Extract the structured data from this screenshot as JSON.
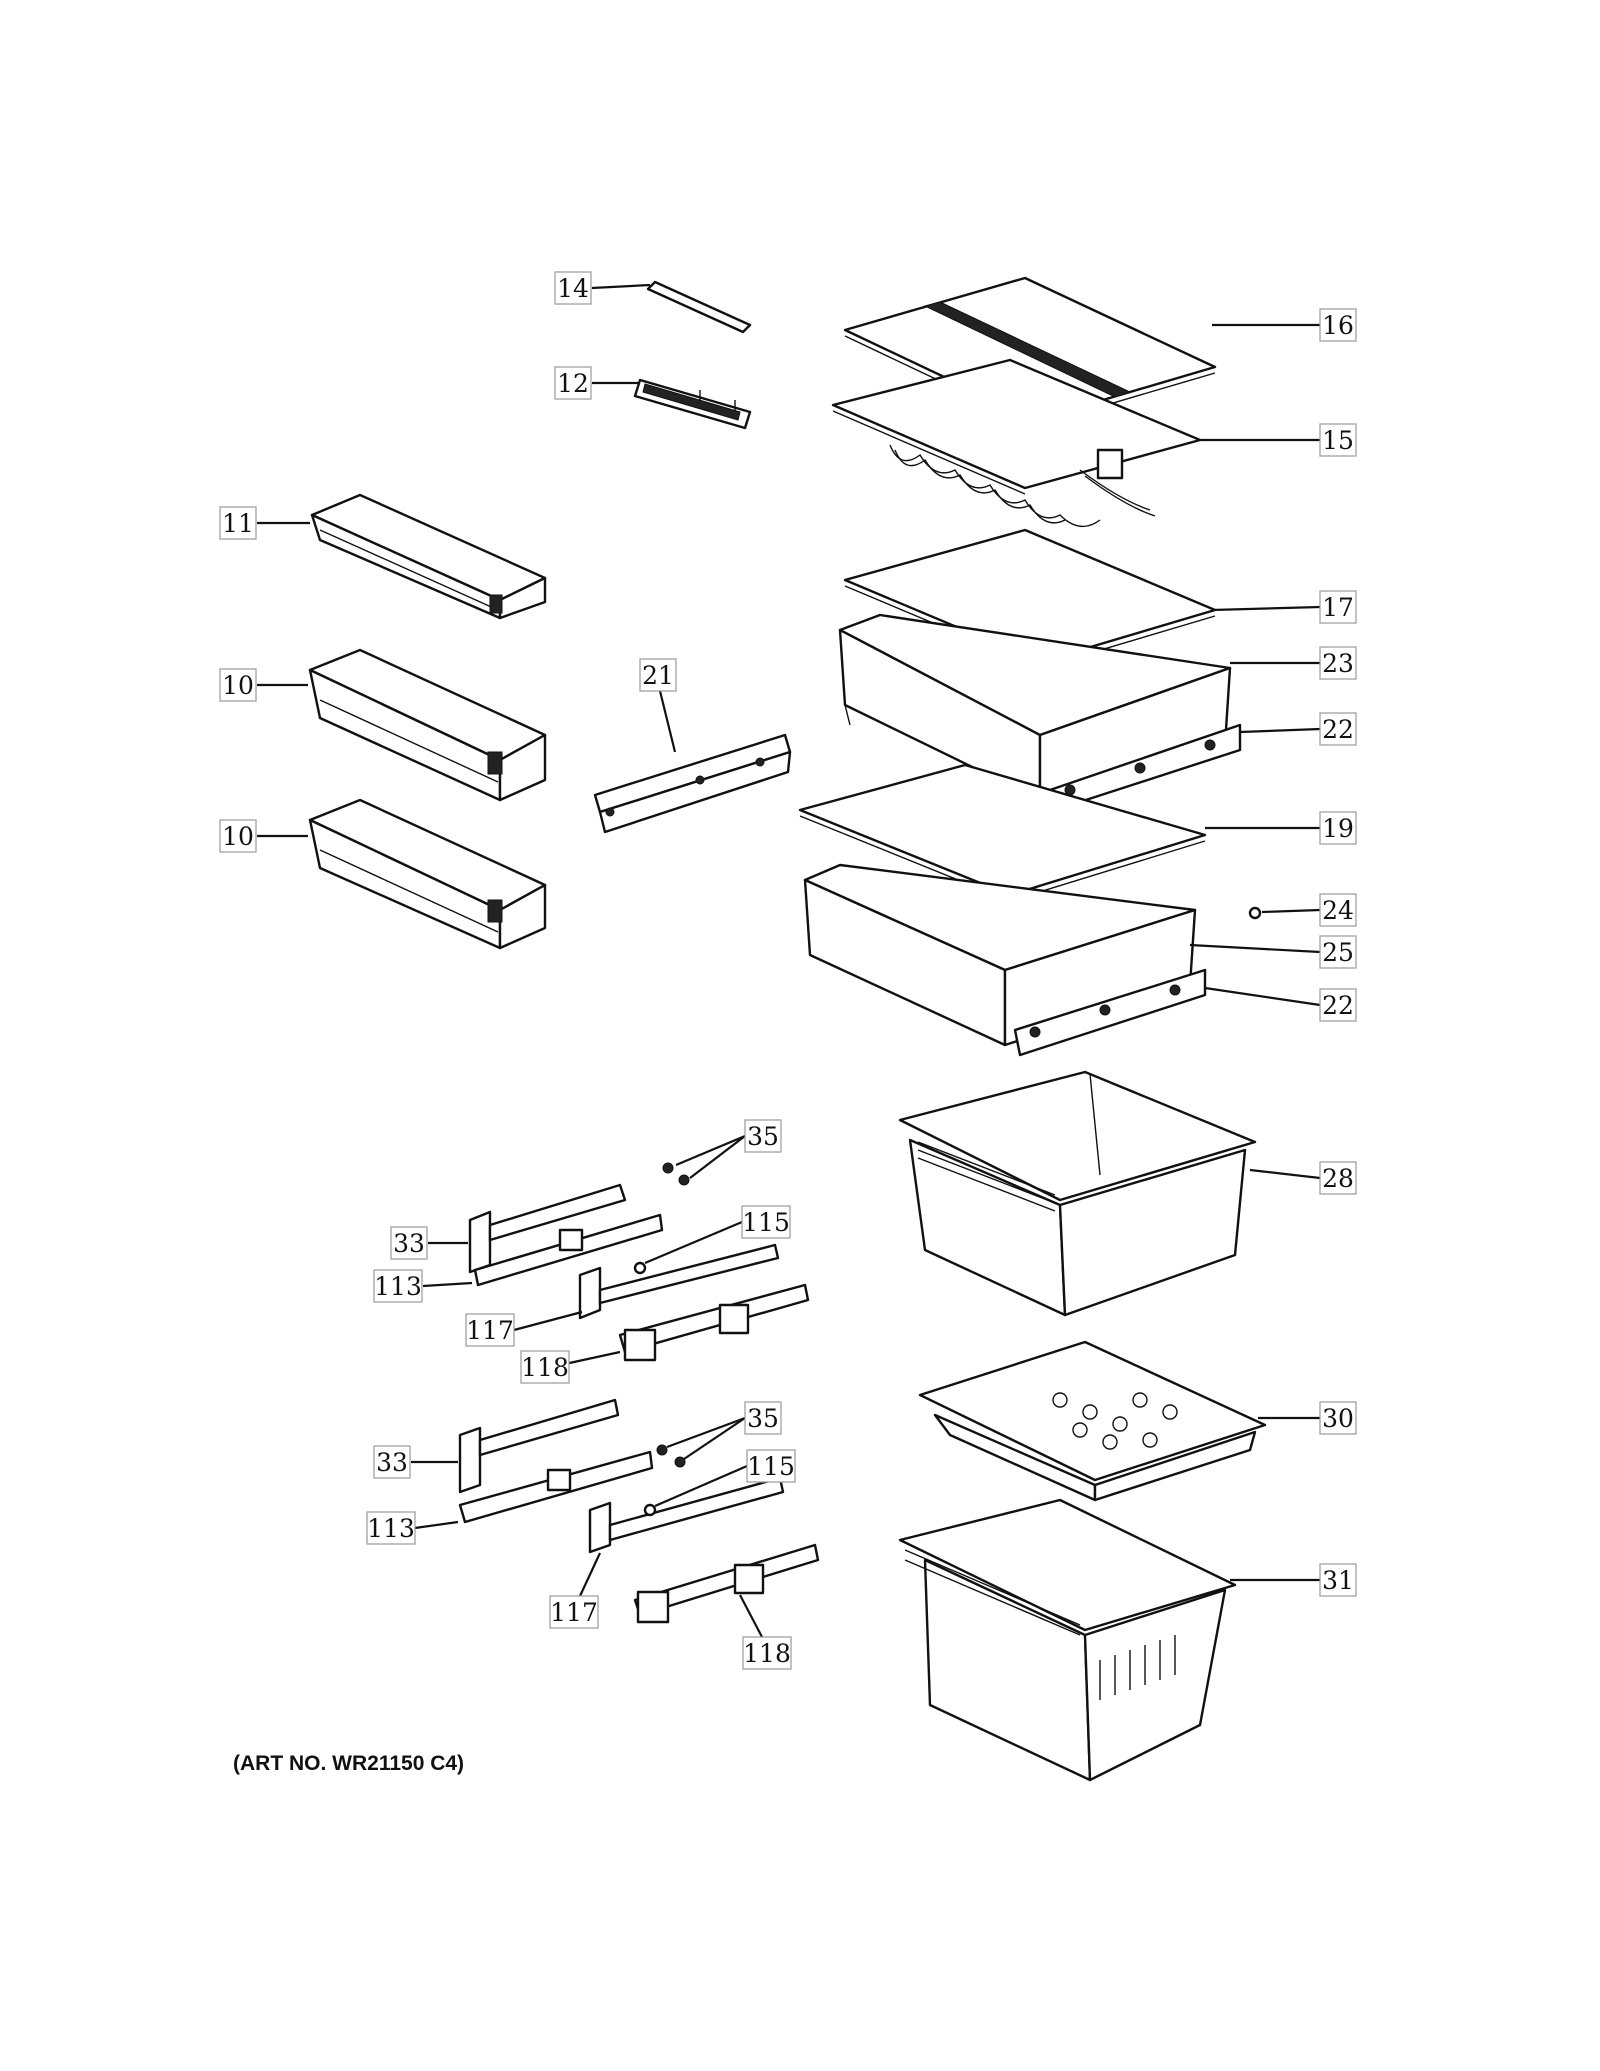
{
  "art_number": "(ART NO. WR21150 C4)",
  "callouts": {
    "c14": "14",
    "c12": "12",
    "c11": "11",
    "c10a": "10",
    "c10b": "10",
    "c21": "21",
    "c16": "16",
    "c15": "15",
    "c17": "17",
    "c23": "23",
    "c22a": "22",
    "c19": "19",
    "c24": "24",
    "c25": "25",
    "c22b": "22",
    "c28": "28",
    "c35a": "35",
    "c33a": "33",
    "c115a": "115",
    "c113a": "113",
    "c117a": "117",
    "c118a": "118",
    "c30": "30",
    "c35b": "35",
    "c33b": "33",
    "c115b": "115",
    "c113b": "113",
    "c117b": "117",
    "c31": "31",
    "c118b": "118"
  }
}
